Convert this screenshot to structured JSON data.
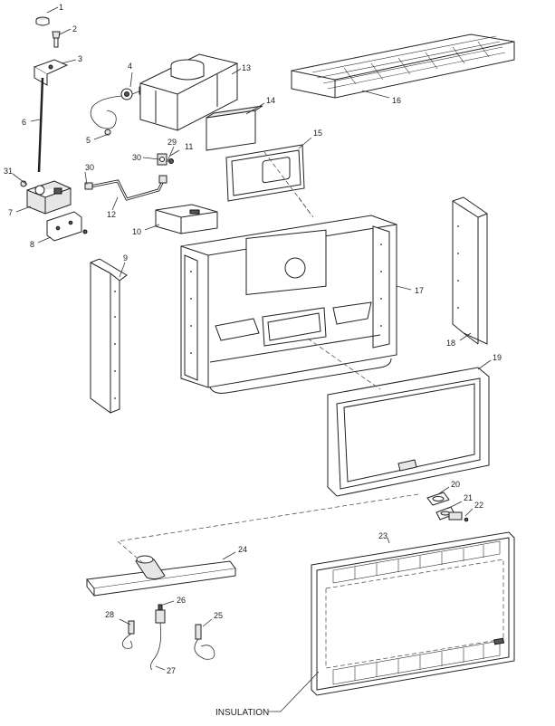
{
  "callouts": [
    {
      "id": "p1",
      "text": "1"
    },
    {
      "id": "p2",
      "text": "2"
    },
    {
      "id": "p3",
      "text": "3"
    },
    {
      "id": "p4",
      "text": "4"
    },
    {
      "id": "p5",
      "text": "5"
    },
    {
      "id": "p6",
      "text": "6"
    },
    {
      "id": "p7",
      "text": "7"
    },
    {
      "id": "p8",
      "text": "8"
    },
    {
      "id": "p9",
      "text": "9"
    },
    {
      "id": "p10",
      "text": "10"
    },
    {
      "id": "p11",
      "text": "11"
    },
    {
      "id": "p12",
      "text": "12"
    },
    {
      "id": "p13",
      "text": "13"
    },
    {
      "id": "p14",
      "text": "14"
    },
    {
      "id": "p15",
      "text": "15"
    },
    {
      "id": "p16",
      "text": "16"
    },
    {
      "id": "p17",
      "text": "17"
    },
    {
      "id": "p18",
      "text": "18"
    },
    {
      "id": "p19",
      "text": "19"
    },
    {
      "id": "p20",
      "text": "20"
    },
    {
      "id": "p21",
      "text": "21"
    },
    {
      "id": "p22",
      "text": "22"
    },
    {
      "id": "p23",
      "text": "23"
    },
    {
      "id": "p24",
      "text": "24"
    },
    {
      "id": "p25",
      "text": "25"
    },
    {
      "id": "p26",
      "text": "26"
    },
    {
      "id": "p27",
      "text": "27"
    },
    {
      "id": "p28",
      "text": "28"
    },
    {
      "id": "p29",
      "text": "29"
    },
    {
      "id": "p30a",
      "text": "30"
    },
    {
      "id": "p30b",
      "text": "30"
    },
    {
      "id": "p31",
      "text": "31"
    }
  ],
  "insulation_label": "INSULATION"
}
